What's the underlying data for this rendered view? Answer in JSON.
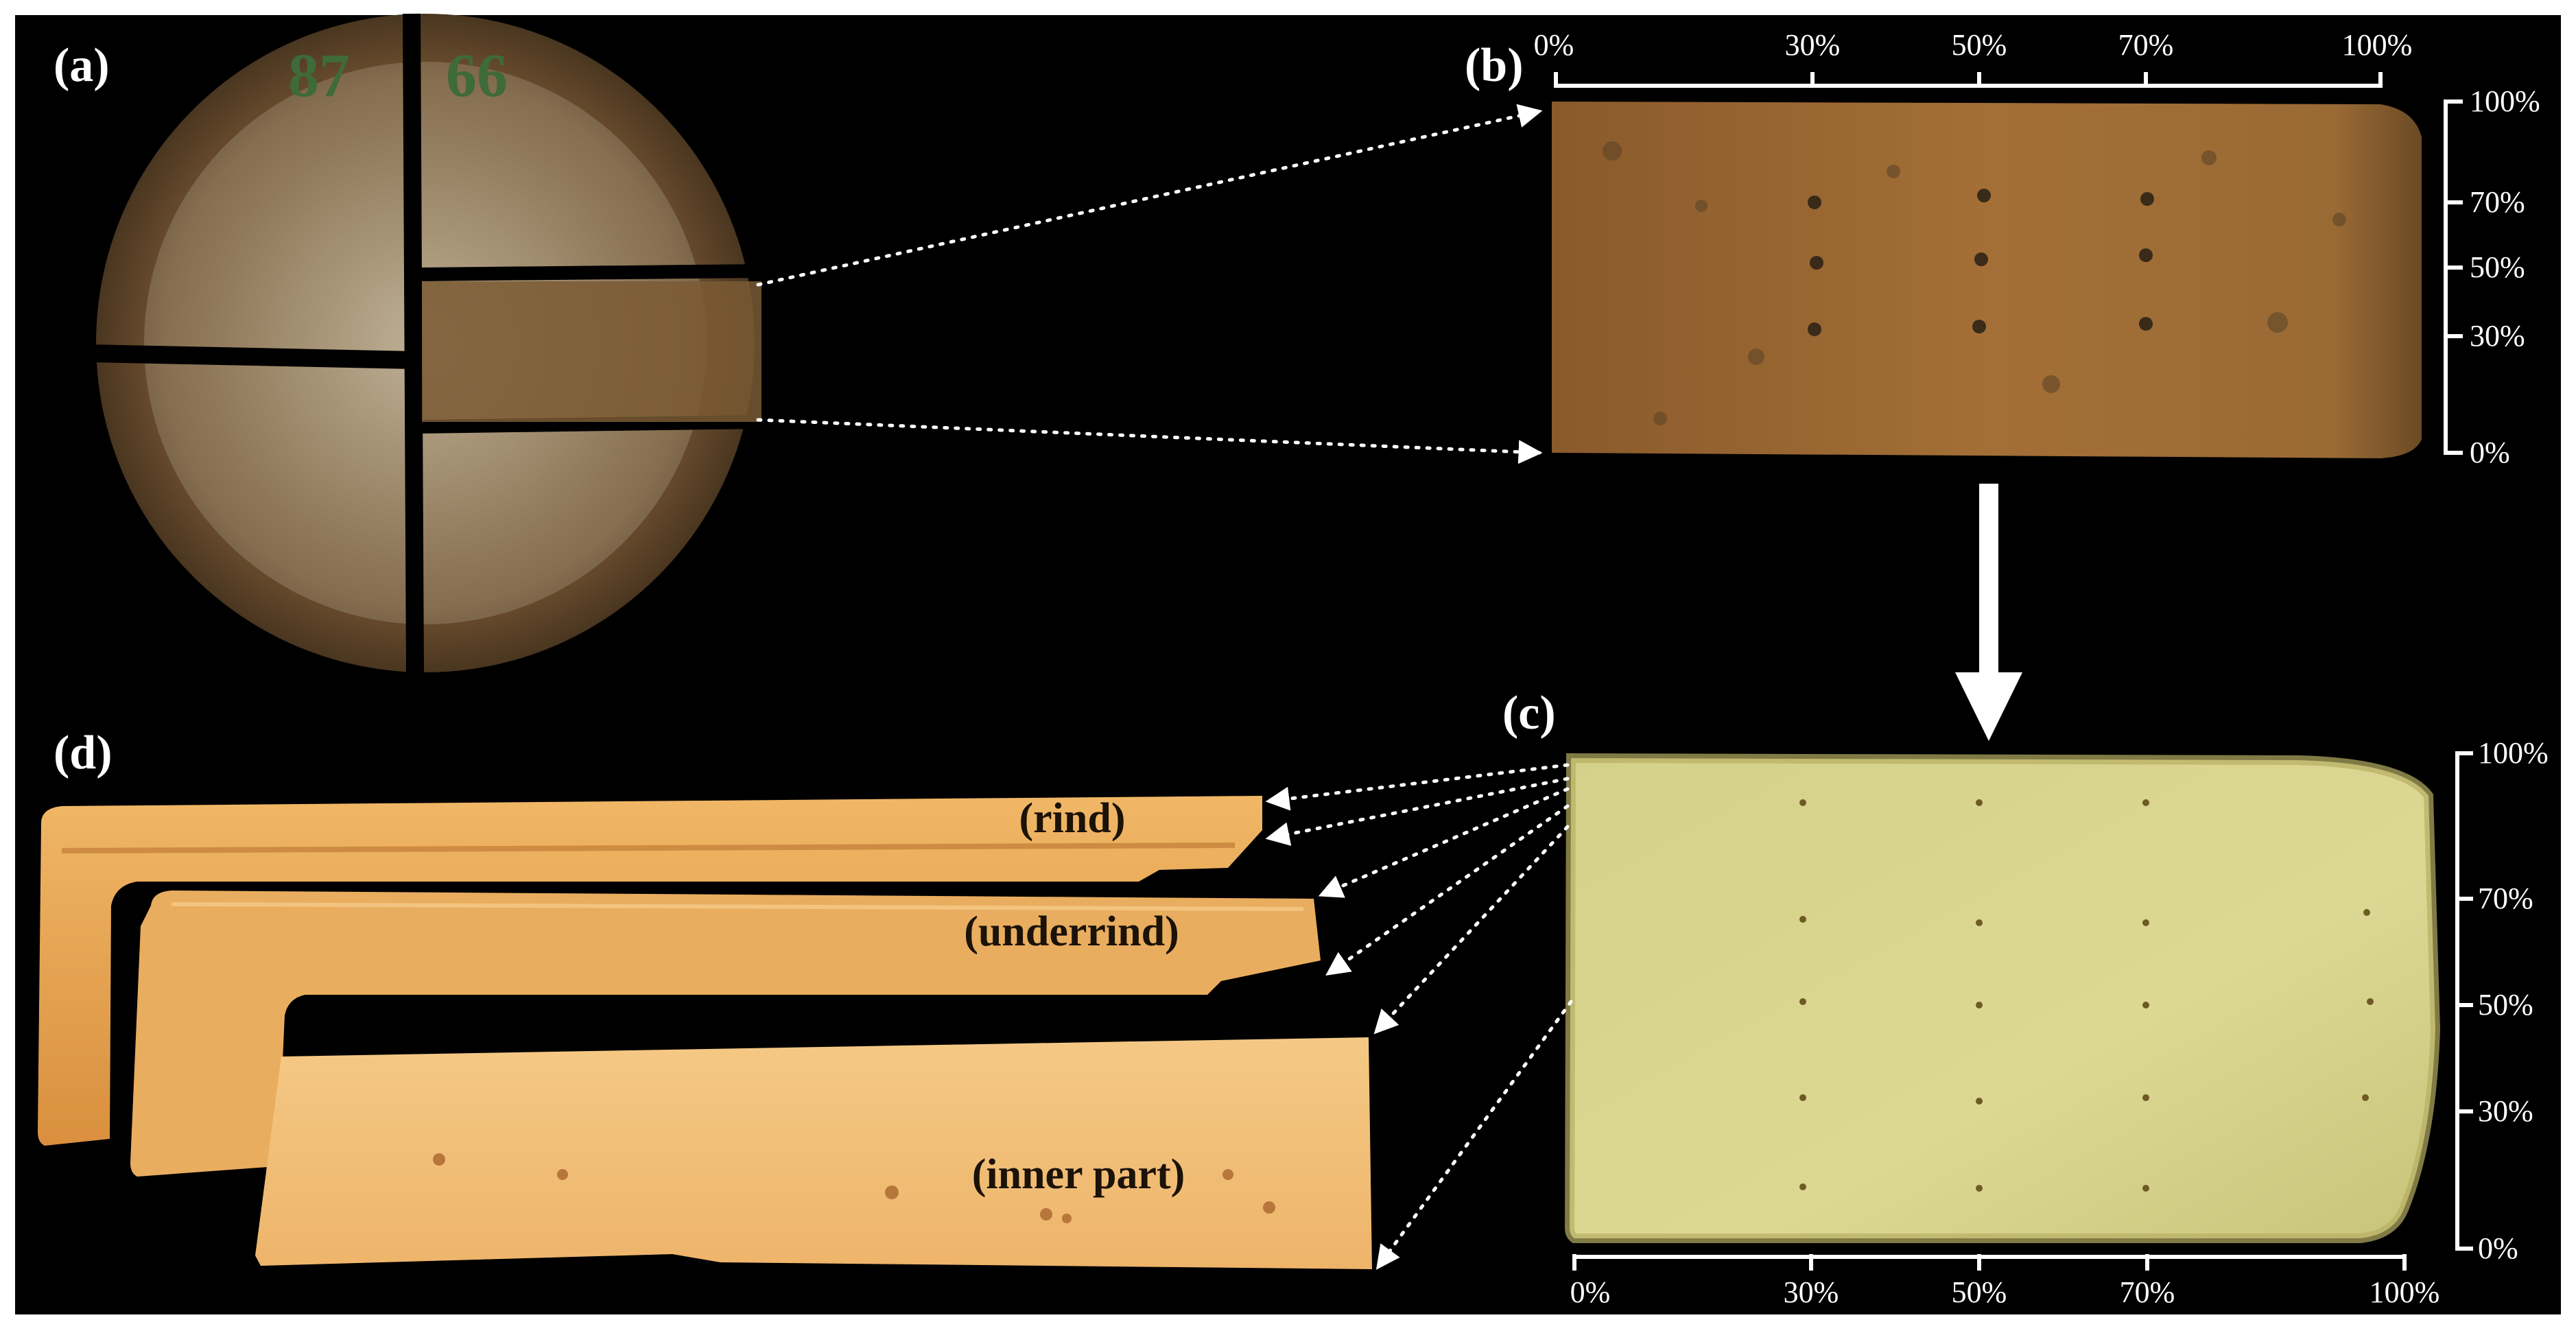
{
  "panels": {
    "a": {
      "label": "(a)"
    },
    "b": {
      "label": "(b)",
      "axis_top": [
        "0%",
        "30%",
        "50%",
        "70%",
        "100%"
      ],
      "axis_right": [
        "100%",
        "70%",
        "50%",
        "30%",
        "0%"
      ]
    },
    "c": {
      "label": "(c)",
      "axis_bottom": [
        "0%",
        "30%",
        "50%",
        "70%",
        "100%"
      ],
      "axis_right": [
        "100%",
        "70%",
        "50%",
        "30%",
        "0%"
      ]
    },
    "d": {
      "label": "(d)",
      "slices": {
        "rind": "(rind)",
        "underrind": "(underrind)",
        "inner": "(inner part)"
      }
    }
  },
  "colors": {
    "background": "#000000",
    "frame": "#ffffff",
    "cheese_wheel": "#7b5a33",
    "mould": "#b9ad96",
    "rind_cut": "#9b6a33",
    "inner_cut": "#d8d48a",
    "slice": "#e7a758",
    "inner_slice": "#f1c07a",
    "annotation": "#ffffff",
    "label_dark": "#1b1208"
  }
}
